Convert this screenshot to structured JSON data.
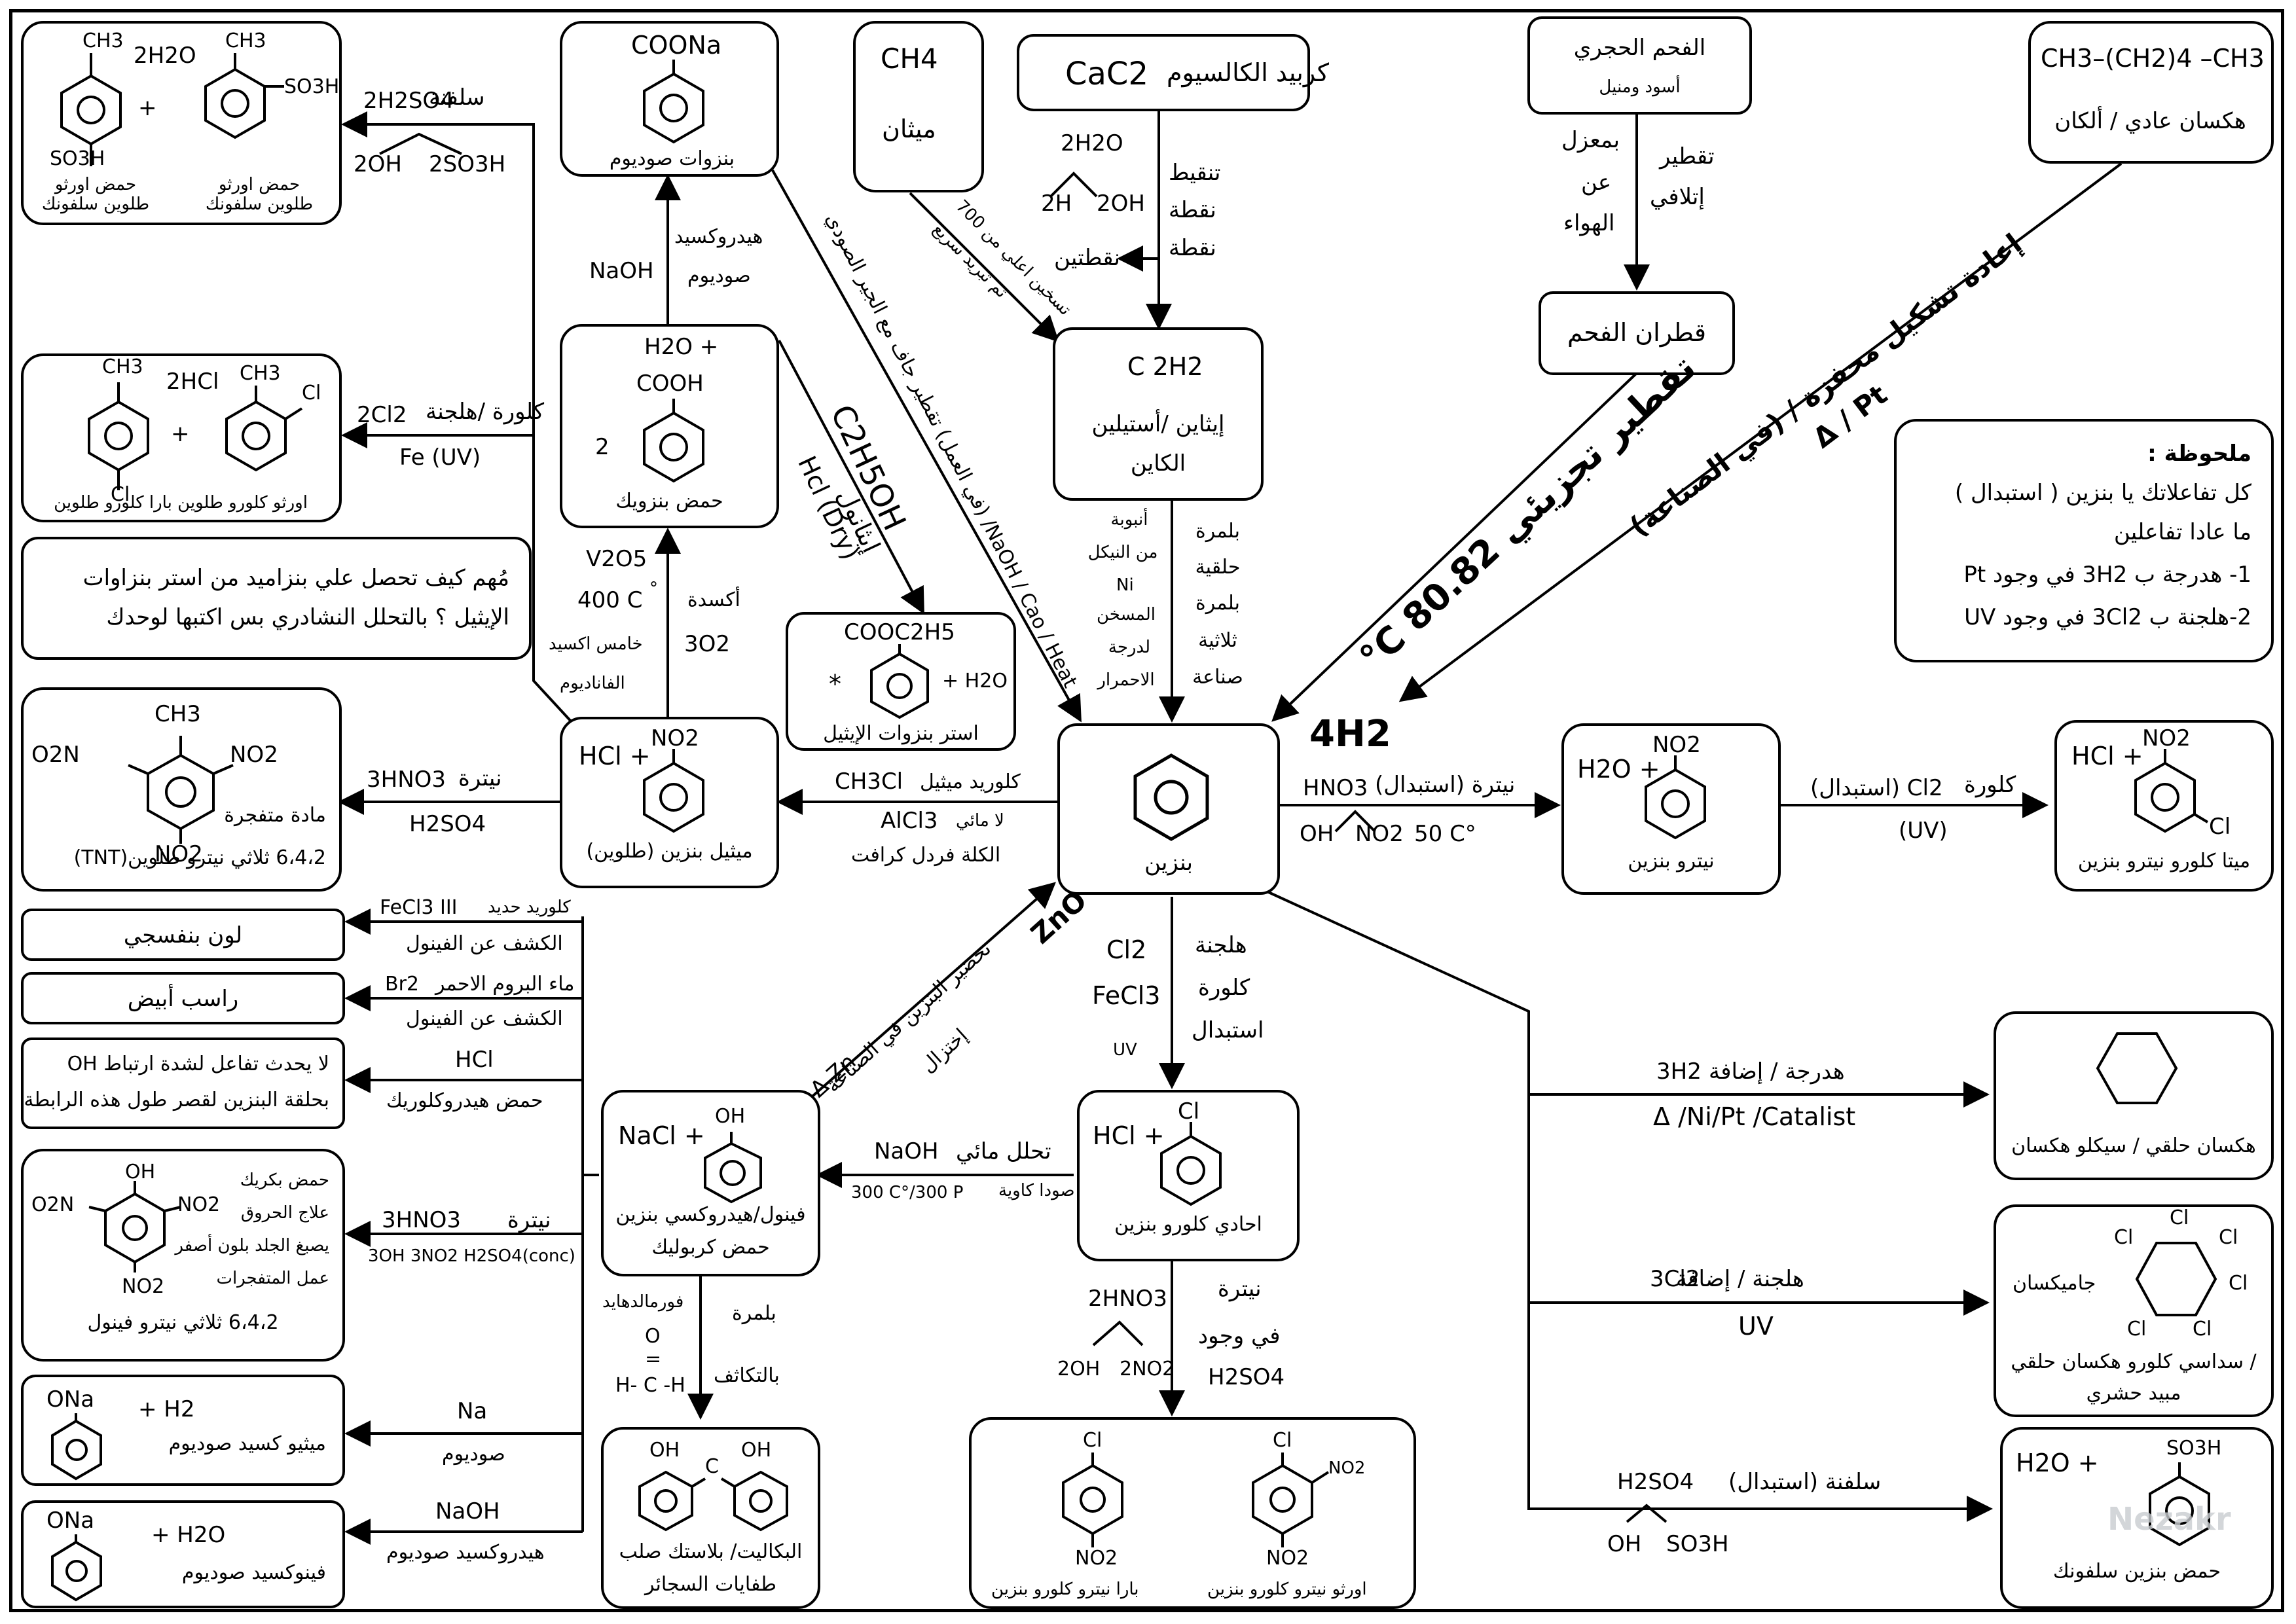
{
  "top": {
    "toluene_sulfonation": {
      "products_left": "CH3",
      "water": "2H2O",
      "ortho_methyl": "CH3",
      "so3h_right": "SO3H",
      "plus": "+",
      "so3h_left": "SO3H",
      "para_label": "حمض اورثو\nطلوين سلفونك",
      "ortho_label": "حمض اورثو\nطلوين سلفونك"
    },
    "sulfonation_arrow": {
      "name": "سلفنة",
      "reagent": "2H2SO4",
      "byproduct_a": "2OH",
      "byproduct_b": "2SO3H"
    },
    "sodium_benzoate": {
      "group": "COONa",
      "label": "بنزوات صوديوم"
    },
    "methane": {
      "formula": "CH4",
      "label": "ميثان"
    },
    "calcium_carbide": {
      "formula": "CaC2",
      "label": "كربيد الكالسيوم"
    },
    "coal": {
      "title": "الفحم الحجري",
      "subtitle": "أسود ومنيل"
    },
    "hexane": {
      "formula": "CH3–(CH2)4 –CH3",
      "label": "هكسان عادي / ألكان"
    },
    "carbide_water": {
      "reagent": "2H2O",
      "a": "2H",
      "b": "2OH"
    },
    "carbide_steps": {
      "line1": "تنقيط",
      "line2": "نقطة",
      "line3": "نقطة",
      "line4": "نقطتين"
    },
    "methane_arrow": {
      "line1": "تسخين اعلي من 700",
      "line2": "ثم تبريد سريع"
    },
    "coal_arrow_left": {
      "line1": "بمعزل",
      "line2": "عن",
      "line3": "الهواء"
    },
    "coal_arrow_right": {
      "line1": "تقطير",
      "line2": "إتلافي"
    },
    "coal_tar": {
      "label": "قطران الفحم"
    }
  },
  "left": {
    "toluene_chlorination": {
      "ch3_a": "CH3",
      "hcl": "2HCl",
      "ch3_b": "CH3",
      "cl_b": "Cl",
      "plus": "+",
      "cl_a": "Cl",
      "label": "اورثو كلورو طلوين  بارا كلورو طلوين"
    },
    "chlorination_arrow": {
      "name": "كلورة /هلجنة",
      "reagent": "2Cl2",
      "condition": "Fe (UV)"
    },
    "note": {
      "text1": "مُهم كيف تحصل علي بنزاميد من استر بنزاوات",
      "text2": "الإيثيل ؟ بالتحلل النشادري  بس اكتبها لوحدك"
    },
    "tnt": {
      "ch3": "CH3",
      "o2n": "O2N",
      "no2_r": "NO2",
      "no2_b": "NO2",
      "label1": "مادة متفجرة",
      "label2": "6،4،2 ثلاثي نيترو طلوين(TNT)"
    },
    "tnt_arrow": {
      "name": "نيترة",
      "reagent": "3HNO3",
      "catalyst": "H2SO4"
    }
  },
  "center": {
    "benzoic_acid": {
      "water": "H2O +",
      "group": "COOH",
      "coef": "2",
      "label": "حمض بنزويك"
    },
    "naoh_arrow": {
      "reagent": "NaOH",
      "name1": "هيدروكسيد",
      "name2": "صوديوم"
    },
    "oxidation_arrow": {
      "catalyst": "V2O5",
      "temp": "400 C",
      "deg": "°",
      "name": "أكسدة",
      "o2": "3O2",
      "c1": "خامس اكسيد",
      "c2": "الفاناديوم"
    },
    "esterification_arrow": {
      "reagent": "C2H5OH",
      "name": "إيثانول",
      "condition": "Hcl  (Dry)"
    },
    "ethyl_benzoate": {
      "group": "COOC2H5",
      "water": "+ H2O",
      "star": "*",
      "label": "استر بنزوات الإيثيل"
    },
    "naoh_cao_arrow": {
      "text": "NaOH / Cao / Heat/ (في العمل)  تقطير جاف مع الجير الصودي"
    },
    "toluene": {
      "plus": "HCl +",
      "group": "NO2",
      "label": "ميثيل بنزين (طلوين)"
    },
    "friedel_arrow": {
      "reagent": "CH3Cl",
      "name": "كلوريد ميثيل",
      "catalyst": "AlCl3",
      "cat_note": "لا مائي",
      "label": "الكلة فردل كرافت"
    },
    "acetylene": {
      "formula": "C 2H2",
      "label1": "إيثاين /أستيلين",
      "label2": "الكاين"
    },
    "acetylene_arrow_left": {
      "l1": "أنبوبة",
      "l2": "من النيكل",
      "l3": "Ni",
      "l4": "المسخن",
      "l5": "لدرجة",
      "l6": "الاحمرار"
    },
    "acetylene_arrow_right": {
      "l1": "بلمرة",
      "l2": "حلقية",
      "l3": "بلمرة",
      "l4": "ثلاثية",
      "l5": "صناعة"
    },
    "benzene": {
      "label": "بنزين"
    },
    "coal_tar_arrow": {
      "text": "تقطير تجزيئي 80.82 C°",
      "h2": "4H2"
    },
    "hexane_arrow": {
      "text1": "إعادة تشكيل محفزة / (في الصناعة)",
      "text2": "Δ / Pt"
    }
  },
  "right": {
    "note": {
      "title": "ملحوظة :",
      "l1": "كل تفاعلاتك يا بنزين ( استبدال )",
      "l2": "ما عادا تفاعلين",
      "l3": "1- هدرجة ب 3H2 في وجود  Pt",
      "l4": "2-هلجنة ب 3Cl2 في وجود  UV"
    },
    "nitrobenzene": {
      "plus": "H2O +",
      "group": "NO2",
      "label": "نيترو بنزين"
    },
    "nitration_arrow": {
      "name": "نيترة (استبدال)",
      "reagent": "HNO3",
      "a": "OH",
      "b": "NO2",
      "temp": "50 C°"
    },
    "meta_chloro": {
      "plus": "HCl +",
      "group": "NO2",
      "cl": "Cl",
      "label": "ميتا كلورو نيترو بنزين"
    },
    "meta_arrow": {
      "name": "كلورة",
      "reagent": "Cl2 (استبدال)",
      "condition": "(UV)"
    },
    "cyclohexane": {
      "label": "هكسان حلقي / سيكلو هكسان"
    },
    "hydrogenation_arrow": {
      "name": "هدرجة / إضافة",
      "reagent": "3H2",
      "condition": "Δ /Ni/Pt /Catalist"
    },
    "gammexane": {
      "cl": "Cl",
      "name": "جاميكسان",
      "label1": "/ سداسي كلورو هكسان حلقي",
      "label2": "مبيد حشري"
    },
    "halogenation_arrow": {
      "name": "هلجنة / إضافة",
      "reagent": "3Cl2",
      "condition": "UV"
    },
    "benzene_sulfonic": {
      "plus": "H2O +",
      "group": "SO3H",
      "label": "حمض بنزين سلفونك"
    },
    "sulfonation_arrow": {
      "name": "سلفنة  (استبدال)",
      "reagent": "H2SO4",
      "a": "OH",
      "b": "SO3H"
    }
  },
  "lower": {
    "chlorobenzene": {
      "plus": "HCl +",
      "cl": "Cl",
      "label": "احادي كلورو بنزين"
    },
    "chlorination_arrow": {
      "a": "Cl2",
      "b": "FeCl3",
      "c": "UV",
      "n1": "هلجنة",
      "n2": "كلورة",
      "n3": "استبدال"
    },
    "phenol": {
      "plus": "NaCl +",
      "oh": "OH",
      "label1": "فينول/هيدروكسي بنزين",
      "label2": "حمض كربوليك"
    },
    "hydrolysis_arrow": {
      "name": "تحلل مائي",
      "reagent": "NaOH",
      "c1": "صودا كاوية",
      "c2": "300 C°/300 P"
    },
    "zn_arrow": {
      "reagent": "ZnO",
      "zn": "Δ Zn",
      "t1": "تحضير البنزين في الصناعة",
      "t2": "إختزال"
    },
    "chloronitro": {
      "cl_a": "Cl",
      "no2_a": "NO2",
      "cl_b": "Cl",
      "no2_b1": "NO2",
      "no2_b2": "NO2",
      "label_para": "بارا نيترو كلورو بنزين",
      "label_ortho": "اورثو نيترو كلورو بنزين"
    },
    "nitration_arrow": {
      "reagent": "2HNO3",
      "a": "2OH",
      "b": "2NO2",
      "n1": "نيترة",
      "n2": "في وجود",
      "cat": "H2SO4"
    },
    "bakelite": {
      "oh_a": "OH",
      "c": "C",
      "oh_b": "OH",
      "label1": "البكاليت/ بلاستك صلب",
      "label2": "طفايات السجائر"
    },
    "formaldehyde_arrow": {
      "name": "فورمالدهايد",
      "o": "O",
      "eq": "=",
      "formula": "H-  C  -H",
      "p1": "بلمرة",
      "p2": "بالتكاثف"
    }
  },
  "phenol_tests": {
    "violet": {
      "label": "لون بنفسجي",
      "reagent": "FeCl3 III",
      "reagent_name": "كلوريد حديد",
      "note": "الكشف عن الفينول"
    },
    "white": {
      "label": "راسب أبيض",
      "reagent": "Br2",
      "reagent_name": "ماء البروم الاحمر",
      "note": "الكشف عن الفينول"
    },
    "hcl": {
      "l1": "لا يحدث تفاعل لشدة  ارتباط  OH",
      "l2": "بحلقة البنزين لقصر طول هذه الرابطة",
      "reagent": "HCl",
      "name": "حمض هيدروكلوريك"
    },
    "picric": {
      "oh": "OH",
      "o2n": "O2N",
      "no2_r": "NO2",
      "no2_b": "NO2",
      "l1": "حمض بكريك",
      "l2": "علاج الحروق",
      "l3": "يصبغ الجلد بلون أصفر",
      "l4": "عمل المتفجرات",
      "l5": "6،4،2 ثلاثي نيترو فينول",
      "reagent": "3HNO3",
      "name": "نيترة",
      "byproducts": "3OH  3NO2  H2SO4(conc)"
    },
    "sodium": {
      "group": "ONa",
      "plus": "+ H2",
      "label": "ميثيو كسيد صوديوم",
      "reagent": "Na",
      "name": "صوديوم"
    },
    "naoh": {
      "group": "ONa",
      "plus": "+  H2O",
      "label": "فينوكسيد صوديوم",
      "reagent": "NaOH",
      "name": "هيدروكسيد صوديوم"
    }
  },
  "watermark": {
    "text": "Nezakr"
  }
}
